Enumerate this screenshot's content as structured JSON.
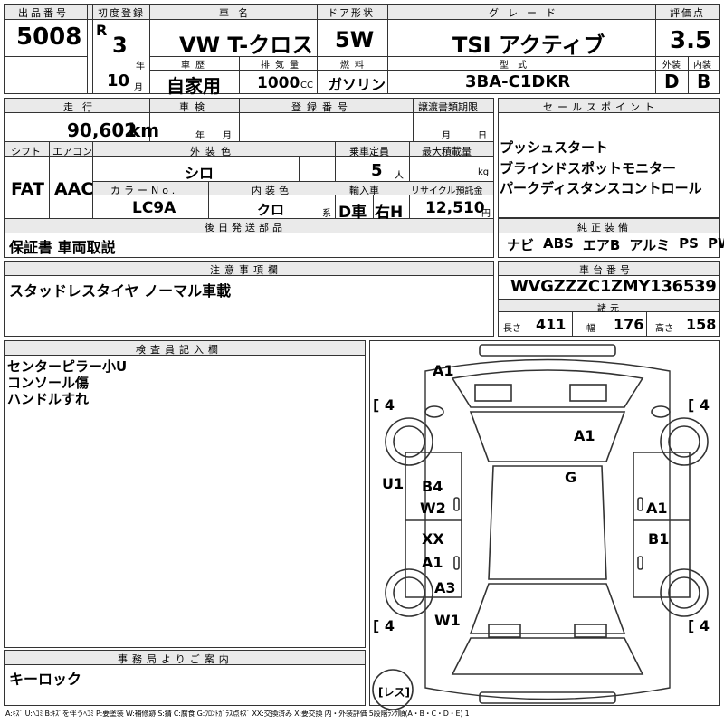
{
  "header": {
    "lot_no_label": "出品番号",
    "lot_no": "5008",
    "first_reg_label": "初度登録",
    "era": "R",
    "year": "3",
    "year_unit": "年",
    "month": "10",
    "month_unit": "月",
    "car_name_label": "車名",
    "car_name": "VW T-クロス",
    "door_label": "ドア形状",
    "door": "5W",
    "grade_label": "グレード",
    "grade": "TSI アクティブ",
    "score_label": "評価点",
    "score": "3.5",
    "history_label": "車歴",
    "history": "自家用",
    "displacement_label": "排気量",
    "displacement": "1000",
    "displacement_unit": "CC",
    "fuel_label": "燃料",
    "fuel": "ガソリン",
    "model_label": "型式",
    "model": "3BA-C1DKR",
    "exterior_grade_label": "外装",
    "exterior_grade": "D",
    "interior_grade_label": "内装",
    "interior_grade": "B"
  },
  "spec": {
    "mileage_label": "走行",
    "mileage": "90,602",
    "mileage_unit": "km",
    "inspection_label": "車検",
    "inspection_year_unit": "年",
    "inspection_month_unit": "月",
    "reg_no_label": "登録番号",
    "transfer_label": "譲渡書類期限",
    "transfer_month_unit": "月",
    "transfer_day_unit": "日",
    "shift_label": "シフト",
    "shift": "FAT",
    "ac_label": "エアコン",
    "ac": "AAC",
    "color_label": "外装色",
    "color": "シロ",
    "capacity_label": "乗車定員",
    "capacity": "5",
    "capacity_unit": "人",
    "max_load_label": "最大積載量",
    "max_load_unit": "kg",
    "color_no_label": "カラーNo.",
    "color_no": "LC9A",
    "interior_color_label": "内装色",
    "interior_color": "クロ",
    "interior_color_unit": "系",
    "import_label": "輸入車",
    "import_type": "D車",
    "handle": "右H",
    "recycle_label": "リサイクル預託金",
    "recycle": "12,510",
    "recycle_unit": "円",
    "deferred_label": "後日発送部品",
    "deferred": "保証書 車両取説"
  },
  "sales_points": {
    "label": "セールスポイント",
    "items": [
      "プッシュスタート",
      "ブラインドスポットモニター",
      "パークディスタンスコントロール"
    ]
  },
  "equipment": {
    "label": "純正装備",
    "items": [
      "ナビ",
      "ABS",
      "エアB",
      "アルミ",
      "PS",
      "PW"
    ]
  },
  "notes": {
    "label": "注意事項欄",
    "text": "スタッドレスタイヤ ノーマル車載"
  },
  "vin": {
    "label": "車台番号",
    "value": "WVGZZZC1ZMY136539"
  },
  "dims": {
    "label": "諸元",
    "length_label": "長さ",
    "length": "411",
    "width_label": "幅",
    "width": "176",
    "height_label": "高さ",
    "height": "158"
  },
  "inspector": {
    "label": "検査員記入欄",
    "lines": [
      "センターピラー小U",
      "コンソール傷",
      "ハンドルすれ"
    ]
  },
  "office": {
    "label": "事務局よりご案内",
    "text": "キーロック"
  },
  "diagram": {
    "tread_fl": "4",
    "tread_fr": "4",
    "tread_rl": "4",
    "tread_rr": "4",
    "spare": "レス",
    "marks": [
      "A1",
      "A1",
      "G",
      "U1",
      "B4",
      "W2",
      "A1",
      "XX",
      "B1",
      "A1",
      "A3",
      "W1"
    ]
  },
  "legend": "A:ｷｽﾞ U:ﾍｺﾐ B:ｷｽﾞを伴うﾍｺﾐ P:要塗装 W:補修跡 S:錆 C:腐食 G:ﾌﾛﾝﾄｶﾞﾗｽ点ｷｽﾞ XX:交換済み X:要交換 内・外装評価 5段階ﾗﾝｸ順(A・B・C・D・E) 1"
}
